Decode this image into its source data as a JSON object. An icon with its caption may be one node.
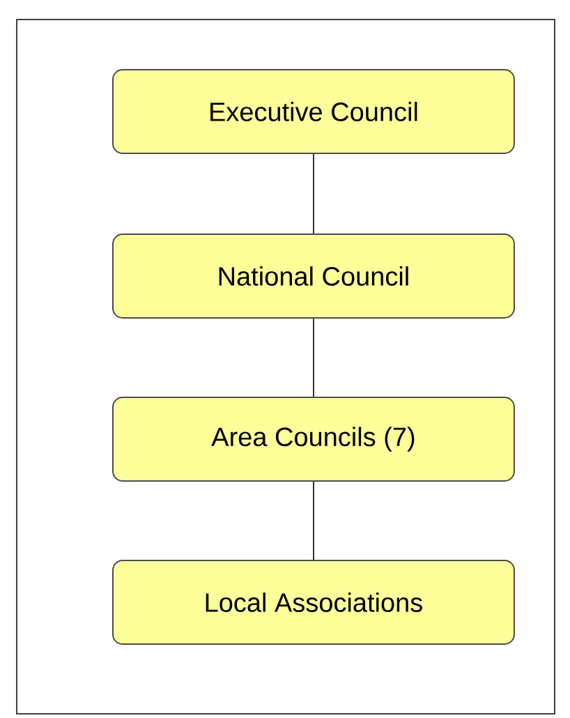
{
  "diagram": {
    "nodes": [
      {
        "text": [
          "Executive Council"
        ]
      },
      {
        "text": [
          "National Council"
        ]
      },
      {
        "text": [
          "Area Councils (7)"
        ]
      },
      {
        "text": [
          "Local Associations"
        ]
      }
    ],
    "edges": [
      {
        "from": 0,
        "to": 1,
        "arrow": "none"
      },
      {
        "from": 1,
        "to": 2,
        "arrow": "none"
      },
      {
        "from": 2,
        "to": 3,
        "arrow": "none"
      }
    ]
  }
}
